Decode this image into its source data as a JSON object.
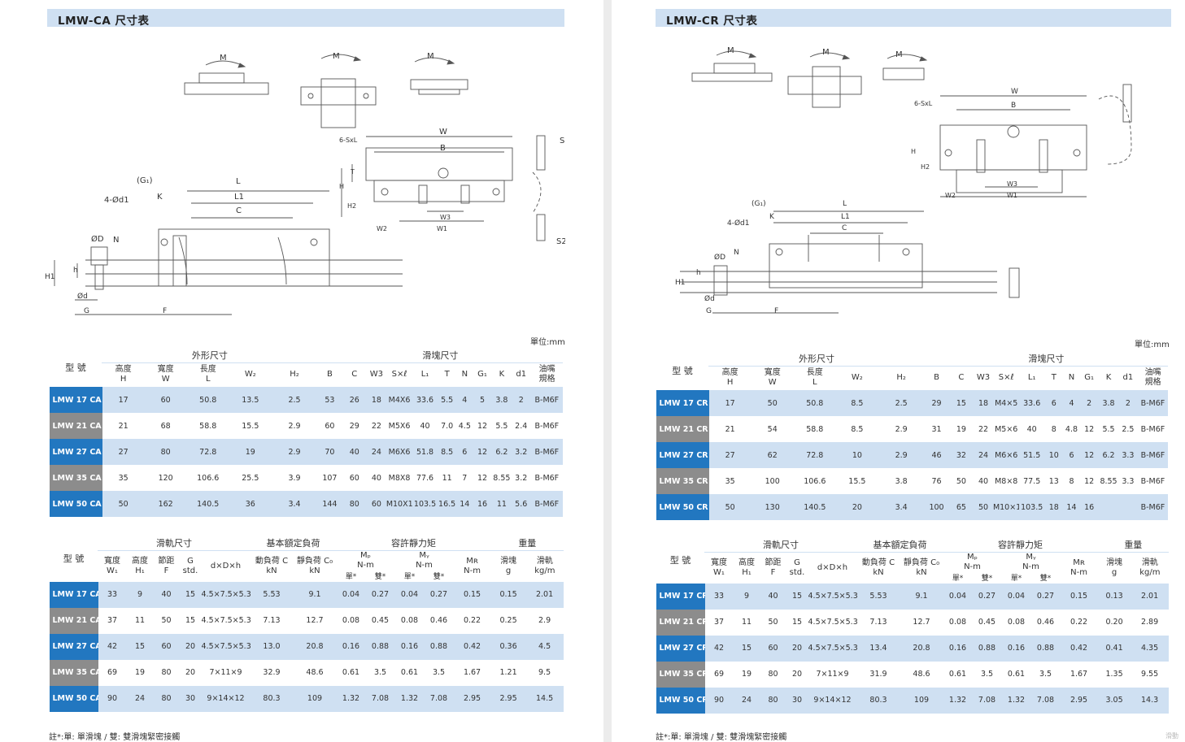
{
  "left": {
    "title": "LMW-CA 尺寸表",
    "unit": "單位:mm",
    "t1": {
      "group_outer": "外形尺寸",
      "group_block": "滑塊尺寸",
      "type_label": "型 號",
      "cols": [
        "高度\nH",
        "寬度\nW",
        "長度\nL",
        "W₂",
        "H₂",
        "B",
        "C",
        "W3",
        "S×ℓ",
        "L₁",
        "T",
        "N",
        "G₁",
        "K",
        "d1",
        "油嘴\n規格"
      ],
      "rows": [
        [
          "LMW 17 CA",
          "17",
          "60",
          "50.8",
          "13.5",
          "2.5",
          "53",
          "26",
          "18",
          "M4X6",
          "33.6",
          "5.5",
          "4",
          "5",
          "3.8",
          "2",
          "B-M6F"
        ],
        [
          "LMW 21 CA",
          "21",
          "68",
          "58.8",
          "15.5",
          "2.9",
          "60",
          "29",
          "22",
          "M5X6",
          "40",
          "7.0",
          "4.5",
          "12",
          "5.5",
          "2.4",
          "B-M6F"
        ],
        [
          "LMW 27 CA",
          "27",
          "80",
          "72.8",
          "19",
          "2.9",
          "70",
          "40",
          "24",
          "M6X6",
          "51.8",
          "8.5",
          "6",
          "12",
          "6.2",
          "3.2",
          "B-M6F"
        ],
        [
          "LMW 35 CA",
          "35",
          "120",
          "106.6",
          "25.5",
          "3.9",
          "107",
          "60",
          "40",
          "M8X8",
          "77.6",
          "11",
          "7",
          "12",
          "8.55",
          "3.2",
          "B-M6F"
        ],
        [
          "LMW 50 CA",
          "50",
          "162",
          "140.5",
          "36",
          "3.4",
          "144",
          "80",
          "60",
          "M10X15",
          "103.5",
          "16.5",
          "14",
          "16",
          "11",
          "5.6",
          "B-M6F"
        ]
      ]
    },
    "t2": {
      "group_rail": "滑軌尺寸",
      "group_load": "基本額定負荷",
      "group_moment": "容許靜力矩",
      "group_weight": "重量",
      "type_label": "型 號",
      "cols": [
        "寬度\nW₁",
        "高度\nH₁",
        "節距\nF",
        "G\nstd.",
        "d×D×h",
        "動負荷 C\nkN",
        "靜負荷 C₀\nkN",
        "Mₚ\nN-m",
        "Mᵧ\nN-m",
        "Mʀ\nN-m",
        "滑塊\ng",
        "滑軌\nkg/m"
      ],
      "single": "單*",
      "double": "雙*",
      "rows": [
        [
          "LMW 17 CA",
          "33",
          "9",
          "40",
          "15",
          "4.5×7.5×5.3",
          "5.53",
          "9.1",
          "0.04",
          "0.27",
          "0.04",
          "0.27",
          "0.15",
          "0.15",
          "2.01"
        ],
        [
          "LMW 21 CA",
          "37",
          "11",
          "50",
          "15",
          "4.5×7.5×5.3",
          "7.13",
          "12.7",
          "0.08",
          "0.45",
          "0.08",
          "0.46",
          "0.22",
          "0.25",
          "2.9"
        ],
        [
          "LMW 27 CA",
          "42",
          "15",
          "60",
          "20",
          "4.5×7.5×5.3",
          "13.0",
          "20.8",
          "0.16",
          "0.88",
          "0.16",
          "0.88",
          "0.42",
          "0.36",
          "4.5"
        ],
        [
          "LMW 35 CA",
          "69",
          "19",
          "80",
          "20",
          "7×11×9",
          "32.9",
          "48.6",
          "0.61",
          "3.5",
          "0.61",
          "3.5",
          "1.67",
          "1.21",
          "9.5"
        ],
        [
          "LMW 50 CA",
          "90",
          "24",
          "80",
          "30",
          "9×14×12",
          "80.3",
          "109",
          "1.32",
          "7.08",
          "1.32",
          "7.08",
          "2.95",
          "2.95",
          "14.5"
        ]
      ]
    },
    "note": "註*:單: 單滑塊 / 雙: 雙滑塊緊密接觸"
  },
  "right": {
    "title": "LMW-CR 尺寸表",
    "unit": "單位:mm",
    "t1": {
      "group_outer": "外形尺寸",
      "group_block": "滑塊尺寸",
      "type_label": "型 號",
      "cols": [
        "高度\nH",
        "寬度\nW",
        "長度\nL",
        "W₂",
        "H₂",
        "B",
        "C",
        "W3",
        "S×ℓ",
        "L₁",
        "T",
        "N",
        "G₁",
        "K",
        "d1",
        "油嘴\n規格"
      ],
      "rows": [
        [
          "LMW 17 CR",
          "17",
          "50",
          "50.8",
          "8.5",
          "2.5",
          "29",
          "15",
          "18",
          "M4×5",
          "33.6",
          "6",
          "4",
          "2",
          "3.8",
          "2",
          "B-M6F"
        ],
        [
          "LMW 21 CR",
          "21",
          "54",
          "58.8",
          "8.5",
          "2.9",
          "31",
          "19",
          "22",
          "M5×6",
          "40",
          "8",
          "4.8",
          "12",
          "5.5",
          "2.5",
          "B-M6F"
        ],
        [
          "LMW 27 CR",
          "27",
          "62",
          "72.8",
          "10",
          "2.9",
          "46",
          "32",
          "24",
          "M6×6",
          "51.5",
          "10",
          "6",
          "12",
          "6.2",
          "3.3",
          "B-M6F"
        ],
        [
          "LMW 35 CR",
          "35",
          "100",
          "106.6",
          "15.5",
          "3.8",
          "76",
          "50",
          "40",
          "M8×8",
          "77.5",
          "13",
          "8",
          "12",
          "8.55",
          "3.3",
          "B-M6F"
        ],
        [
          "LMW 50 CR",
          "50",
          "130",
          "140.5",
          "20",
          "3.4",
          "100",
          "65",
          "50",
          "M10×15",
          "103.5",
          "18",
          "14",
          "16",
          "",
          "",
          "B-M6F"
        ]
      ]
    },
    "t2": {
      "group_rail": "滑軌尺寸",
      "group_load": "基本額定負荷",
      "group_moment": "容許靜力矩",
      "group_weight": "重量",
      "type_label": "型 號",
      "cols": [
        "寬度\nW₁",
        "高度\nH₁",
        "節距\nF",
        "G\nstd.",
        "d×D×h",
        "動負荷 C\nkN",
        "靜負荷 C₀\nkN",
        "Mₚ\nN-m",
        "Mᵧ\nN-m",
        "Mʀ\nN-m",
        "滑塊\ng",
        "滑軌\nkg/m"
      ],
      "single": "單*",
      "double": "雙*",
      "rows": [
        [
          "LMW 17 CR",
          "33",
          "9",
          "40",
          "15",
          "4.5×7.5×5.3",
          "5.53",
          "9.1",
          "0.04",
          "0.27",
          "0.04",
          "0.27",
          "0.15",
          "0.13",
          "2.01"
        ],
        [
          "LMW 21 CR",
          "37",
          "11",
          "50",
          "15",
          "4.5×7.5×5.3",
          "7.13",
          "12.7",
          "0.08",
          "0.45",
          "0.08",
          "0.46",
          "0.22",
          "0.20",
          "2.89"
        ],
        [
          "LMW 27 CR",
          "42",
          "15",
          "60",
          "20",
          "4.5×7.5×5.3",
          "13.4",
          "20.8",
          "0.16",
          "0.88",
          "0.16",
          "0.88",
          "0.42",
          "0.41",
          "4.35"
        ],
        [
          "LMW 35 CR",
          "69",
          "19",
          "80",
          "20",
          "7×11×9",
          "31.9",
          "48.6",
          "0.61",
          "3.5",
          "0.61",
          "3.5",
          "1.67",
          "1.35",
          "9.55"
        ],
        [
          "LMW 50 CR",
          "90",
          "24",
          "80",
          "30",
          "9×14×12",
          "80.3",
          "109",
          "1.32",
          "7.08",
          "1.32",
          "7.08",
          "2.95",
          "3.05",
          "14.3"
        ]
      ]
    },
    "note": "註*:單: 單滑塊 / 雙: 雙滑塊緊密接觸"
  },
  "drawing_labels": {
    "moment": "M",
    "W": "W",
    "B": "B",
    "sxl": "6-SxL",
    "T": "T",
    "H": "H",
    "H2": "H2",
    "W3": "W3",
    "W1": "W1",
    "W2": "W2",
    "S1": "S1",
    "S2": "S2",
    "G1": "(G₁)",
    "L": "L",
    "L1": "L1",
    "C": "C",
    "d1": "4-Ød1",
    "K": "K",
    "N": "N",
    "OD": "ØD",
    "h": "h",
    "H1": "H1",
    "od": "Ød",
    "G": "G",
    "F": "F"
  },
  "watermark": "滑動"
}
